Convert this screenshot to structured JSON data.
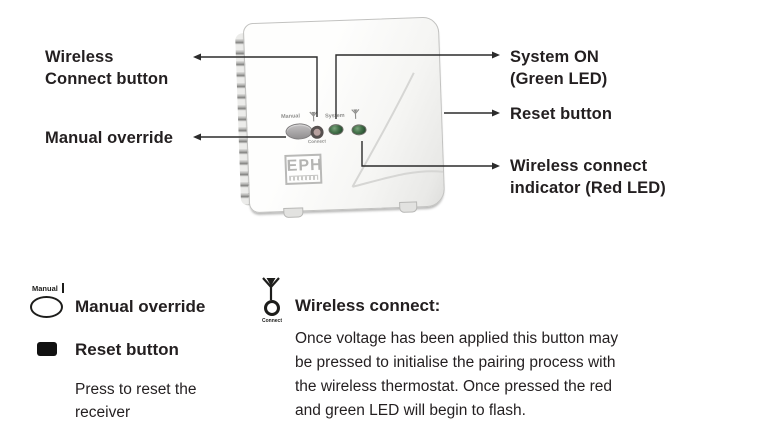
{
  "top_diagram": {
    "device": {
      "brand": "EPH",
      "panel": {
        "manual_label": "Manual",
        "system_label": "System",
        "connect_label": "Connect"
      }
    },
    "callouts": {
      "wireless_connect_button": "Wireless\nConnect button",
      "manual_override": "Manual override",
      "system_on": "System ON\n(Green LED)",
      "reset_button": "Reset button",
      "wireless_connect_indicator": "Wireless connect\nindicator (Red LED)"
    }
  },
  "legend": {
    "manual": {
      "icon_caption": "Manual",
      "icon": "oval-outline",
      "title": "Manual override"
    },
    "reset": {
      "icon": "filled-square",
      "title": "Reset button",
      "note": "Press to reset the\nreceiver"
    },
    "wireless": {
      "icon_caption": "Connect",
      "icon": "antenna-over-circle",
      "title": "Wireless connect:",
      "body": "Once voltage has been applied this button may\nbe pressed to initialise the pairing process with\nthe wireless thermostat. Once pressed the red\nand green LED will begin to flash."
    }
  },
  "colors": {
    "text": "#231f20",
    "callout_line": "#2b2b2b",
    "led_green": "#2a5233",
    "connect_button_center": "#b7a09e",
    "manual_button_gray": "#a8a6a7",
    "device_border": "#c2c2c0"
  }
}
